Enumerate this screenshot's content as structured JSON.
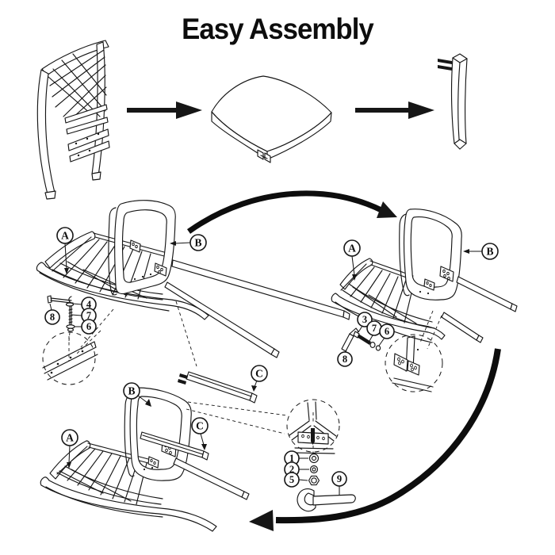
{
  "title": "Easy Assembly",
  "colors": {
    "ink": "#161616",
    "background": "#ffffff"
  },
  "labels": {
    "back": "A",
    "seat": "B",
    "leg": "C"
  },
  "hardware": {
    "flat_washer": "1",
    "spring_washer": "2",
    "hex_bolt": "3",
    "cap_washer": "4",
    "lock_nut": "5",
    "washer": "6",
    "long_bolt": "7",
    "allen_key": "8",
    "wrench": "9"
  }
}
